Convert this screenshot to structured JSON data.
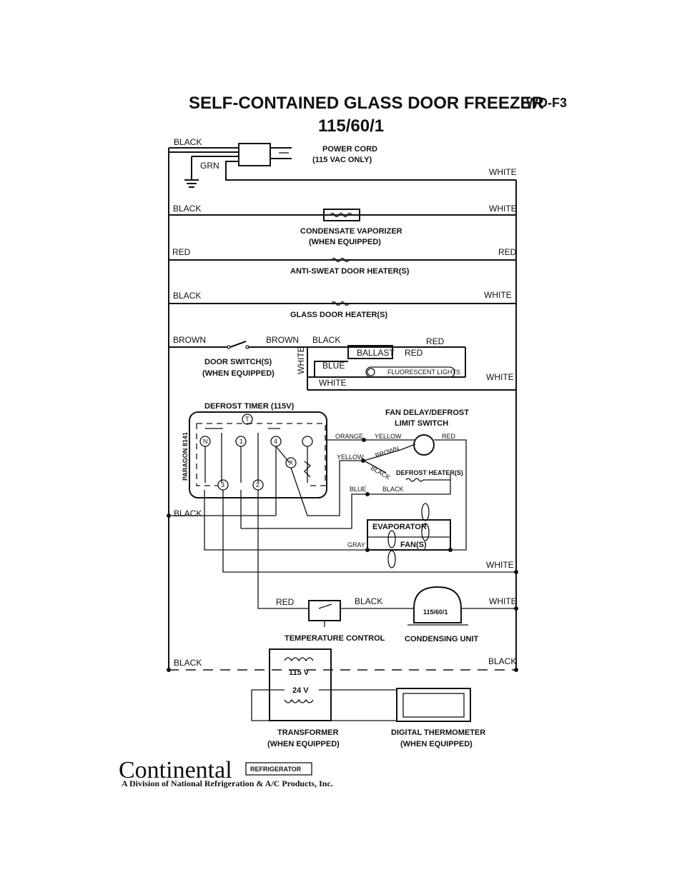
{
  "title": "SELF-CONTAINED GLASS DOOR FREEZER",
  "model": "WD-F3",
  "voltage": "115/60/1",
  "wires": {
    "black": "BLACK",
    "white": "WHITE",
    "red": "RED",
    "grn": "GRN",
    "brown": "BROWN",
    "blue": "BLUE",
    "orange": "ORANGE",
    "yellow": "YELLOW",
    "gray": "GRAY",
    "white_vertical": "WHITE"
  },
  "components": {
    "power_cord": "POWER CORD",
    "power_cord_note": "(115 VAC ONLY)",
    "condensate_vaporizer": "CONDENSATE VAPORIZER",
    "when_equipped": "(WHEN EQUIPPED)",
    "anti_sweat": "ANTI-SWEAT DOOR HEATER(S)",
    "glass_door_heater": "GLASS DOOR HEATER(S)",
    "door_switch": "DOOR SWITCH(S)",
    "ballast": "BALLAST",
    "fluorescent": "FLUORESCENT LIGHTS",
    "defrost_timer": "DEFROST TIMER (115V)",
    "paragon": "PARAGON 8141",
    "fan_delay": "FAN DELAY/DEFROST",
    "limit_switch": "LIMIT SWITCH",
    "defrost_heaters": "DEFROST HEATER(S)",
    "evaporator": "EVAPORATOR",
    "fans": "FAN(S)",
    "temperature_control": "TEMPERATURE CONTROL",
    "condensing_unit": "CONDENSING UNIT",
    "condensing_unit_rating": "115/60/1",
    "transformer": "TRANSFORMER",
    "digital_thermometer": "DIGITAL THERMOMETER",
    "v115": "115 V",
    "v24": "24 V"
  },
  "timer_terminals": [
    "T",
    "N",
    "1",
    "4",
    "X",
    "3",
    "2"
  ],
  "footer": {
    "brand": "Continental",
    "badge": "REFRIGERATOR",
    "division": "A Division of National Refrigeration & A/C Products, Inc."
  }
}
